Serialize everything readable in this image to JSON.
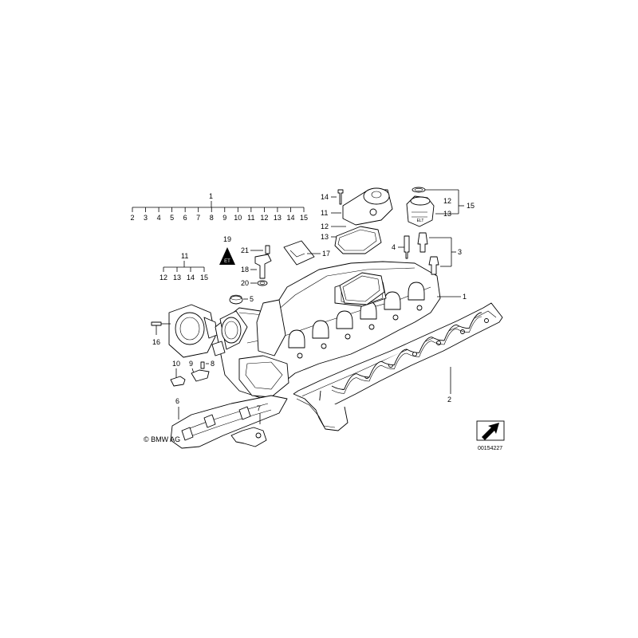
{
  "labels": {
    "l1_top": "1",
    "row_a": [
      "2",
      "3",
      "4",
      "5",
      "6",
      "7",
      "8",
      "9",
      "10",
      "11",
      "12",
      "13",
      "14",
      "15"
    ],
    "l11": "11",
    "row_b": [
      "12",
      "13",
      "14",
      "15"
    ],
    "l19": "19",
    "l21": "21",
    "l18": "18",
    "l20": "20",
    "l17": "17",
    "l5": "5",
    "l16": "16",
    "l10": "10",
    "l9": "9",
    "l8": "8",
    "l6": "6",
    "l7": "7",
    "l14t": "14",
    "l11t": "11",
    "l12t": "12",
    "l13t": "13",
    "l12r": "12",
    "l13r": "13",
    "l15r": "15",
    "l4": "4",
    "l3": "3",
    "l1r": "1",
    "l2": "2"
  },
  "copyright": "© BMW AG",
  "part_number": "00154227",
  "icon_names": [
    "warning-triangle-icon",
    "arrow-tile-icon"
  ]
}
